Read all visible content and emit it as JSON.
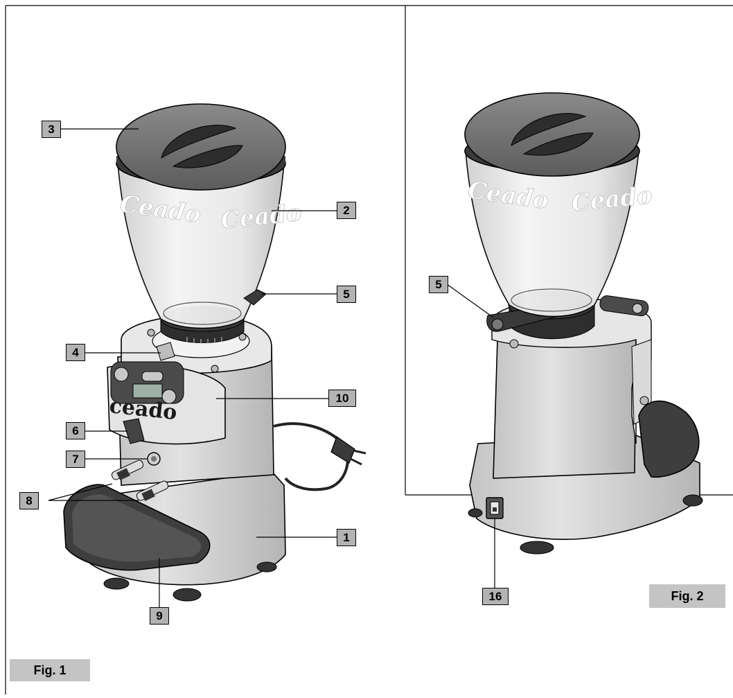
{
  "figures": {
    "fig1": {
      "label": "Fig. 1",
      "callouts": [
        "3",
        "2",
        "5",
        "4",
        "10",
        "6",
        "7",
        "8",
        "1",
        "9"
      ]
    },
    "fig2": {
      "label": "Fig. 2",
      "callouts": [
        "5",
        "16"
      ]
    }
  },
  "brand": {
    "hopper_text_left": "Ceado",
    "hopper_text_right": "Ceado",
    "body_text": "ceado"
  },
  "colors": {
    "label_fill": "#b3b3b3",
    "fig_label_fill": "#c4c4c4",
    "line": "#000000",
    "body": "#d6d6d6",
    "tray": "#4a4a4a"
  }
}
